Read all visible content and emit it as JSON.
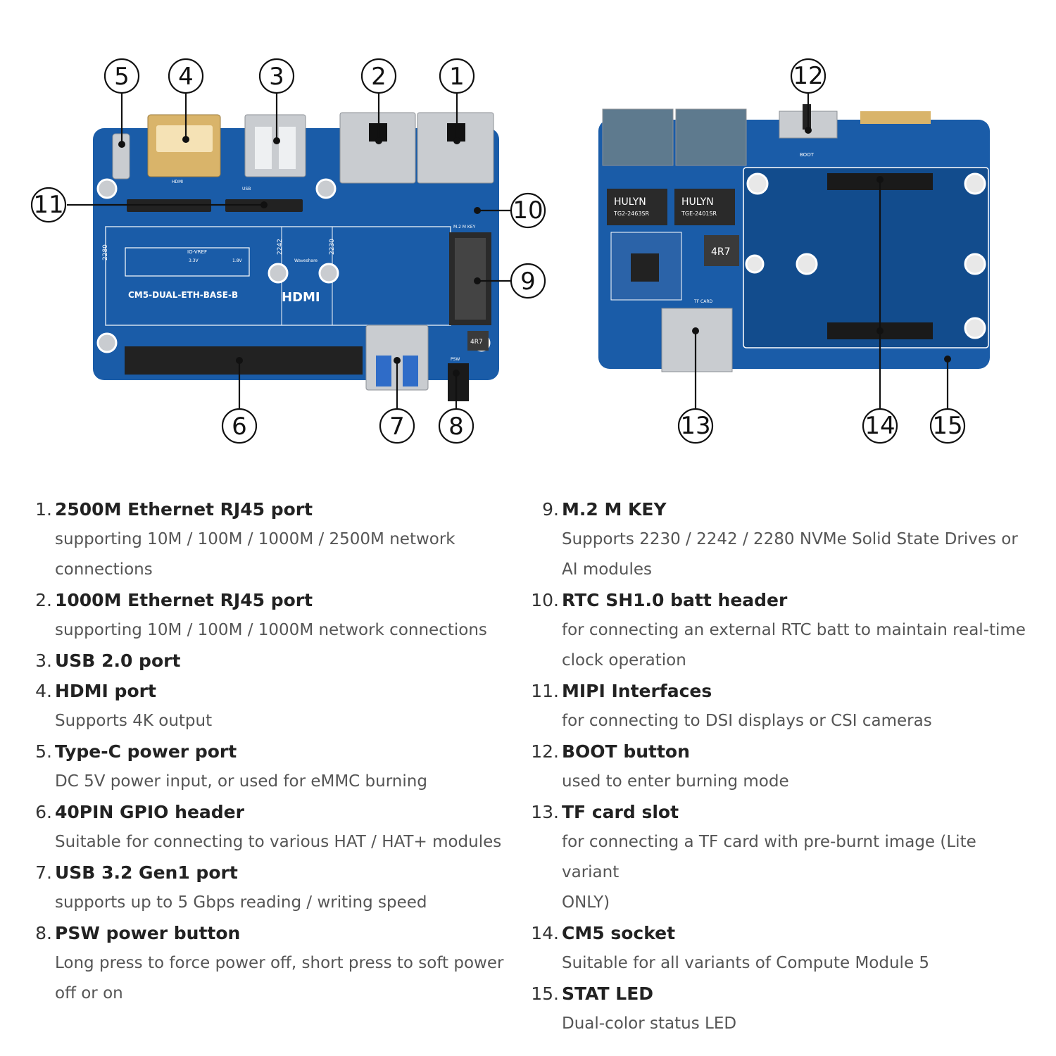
{
  "callouts": [
    "5",
    "4",
    "3",
    "2",
    "1",
    "11",
    "10",
    "9",
    "6",
    "7",
    "8",
    "12",
    "13",
    "14",
    "15"
  ],
  "board_labels": {
    "model": "CM5-DUAL-ETH-BASE-B",
    "hdmi_logo": "HDMI",
    "hdmi_port": "HDMI",
    "usb_port": "USB",
    "m2_key": "M.2 M KEY",
    "size_2280": "2280",
    "size_2242": "2242",
    "size_2230": "2230",
    "io_vref": "IO-VREF",
    "v33": "3.3V",
    "v18": "1.8V",
    "magjack_1": "HULYN",
    "magjack_1_part": "TG2-2463SR",
    "magjack_2": "HULYN",
    "magjack_2_part": "TGE-2401SR",
    "inductor": "4R7",
    "tf_card": "TF CARD",
    "boot": "BOOT",
    "psw": "PSW",
    "brand": "Waveshare"
  },
  "colors": {
    "pcb": "#1a5ca8",
    "pcb_dark": "#124c8d",
    "silk": "#ffffff",
    "metal": "#c9ccd0",
    "gold": "#d9b46a",
    "header_pin": "#222222",
    "callout": "#111111"
  },
  "items_left": [
    {
      "num": "1.",
      "title": "2500M Ethernet RJ45 port",
      "desc": [
        "supporting 10M / 100M / 1000M / 2500M network",
        "connections"
      ]
    },
    {
      "num": "2.",
      "title": "1000M Ethernet RJ45 port",
      "desc": [
        "supporting 10M / 100M / 1000M network connections"
      ]
    },
    {
      "num": "3.",
      "title": "USB 2.0 port",
      "desc": []
    },
    {
      "num": "4.",
      "title": "HDMI port",
      "desc": [
        "Supports 4K output"
      ]
    },
    {
      "num": "5.",
      "title": "Type-C power port",
      "desc": [
        "DC 5V power input, or used for eMMC burning"
      ]
    },
    {
      "num": "6.",
      "title": "40PIN GPIO header",
      "desc": [
        "Suitable for connecting to various HAT / HAT+ modules"
      ]
    },
    {
      "num": "7.",
      "title": "USB 3.2 Gen1 port",
      "desc": [
        "supports up to 5 Gbps reading / writing speed"
      ]
    },
    {
      "num": "8.",
      "title": "PSW power button",
      "desc": [
        "Long press to force power off, short press to soft power",
        "off or on"
      ]
    }
  ],
  "items_right": [
    {
      "num": "9.",
      "title": "M.2 M KEY",
      "desc": [
        "Supports 2230 / 2242 / 2280 NVMe Solid State Drives or",
        "AI modules"
      ]
    },
    {
      "num": "10.",
      "title": "RTC SH1.0 batt header",
      "desc": [
        "for connecting an external RTC batt to maintain real-time",
        "clock operation"
      ]
    },
    {
      "num": "11.",
      "title": "MIPI Interfaces",
      "desc": [
        "for connecting to DSI displays or CSI cameras"
      ]
    },
    {
      "num": "12.",
      "title": "BOOT button",
      "desc": [
        "used to enter burning mode"
      ]
    },
    {
      "num": "13.",
      "title": "TF card slot",
      "desc": [
        "for connecting a TF card with pre-burnt image (Lite variant",
        "ONLY)"
      ]
    },
    {
      "num": "14.",
      "title": "CM5 socket",
      "desc": [
        "Suitable for all variants of Compute Module 5"
      ]
    },
    {
      "num": "15.",
      "title": "STAT LED",
      "desc": [
        "Dual-color status LED"
      ]
    }
  ]
}
